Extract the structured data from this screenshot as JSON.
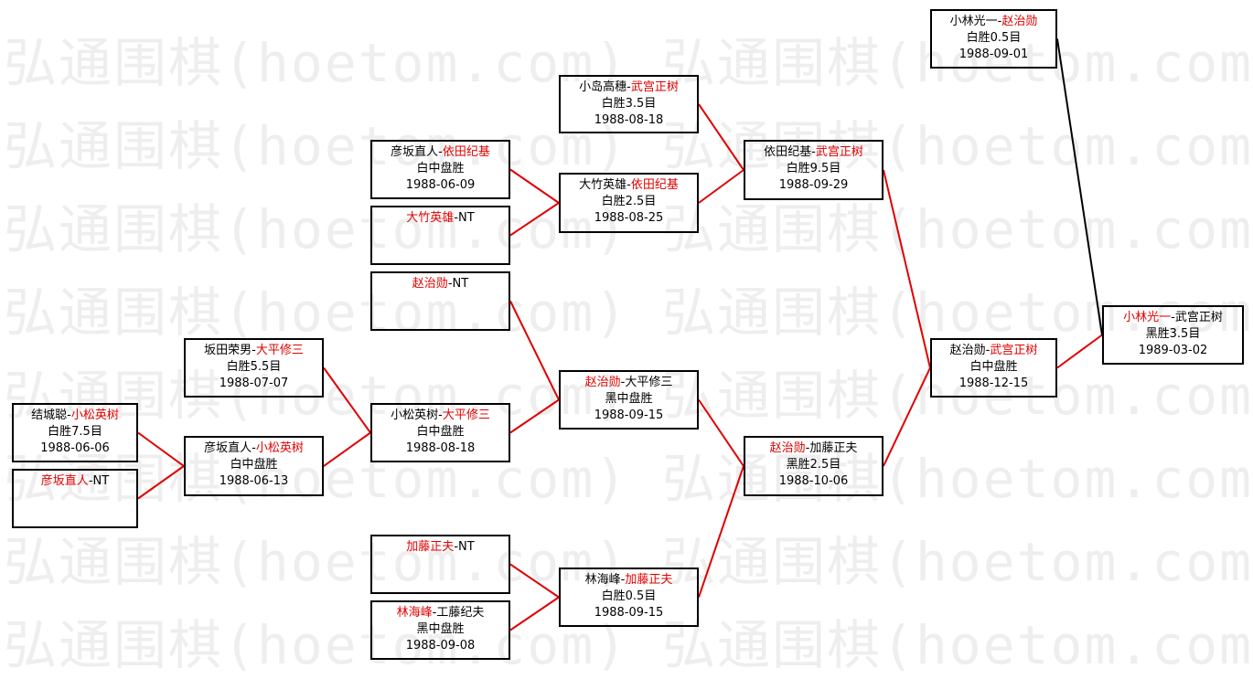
{
  "watermark": "弘通围棋(hoetom.com)",
  "colors": {
    "winner": "#e00000",
    "line": "#e00000",
    "final_loser_line": "#000000",
    "border": "#000000",
    "watermark": "#eeeeee"
  },
  "separator": "-",
  "matches": [
    {
      "p1": "小林光一",
      "p2": "赵治勋",
      "winner": 2,
      "result": "白胜0.5目",
      "date": "1988-09-01"
    },
    {
      "p1": "小岛高穗",
      "p2": "武宫正树",
      "winner": 2,
      "result": "白胜3.5目",
      "date": "1988-08-18"
    },
    {
      "p1": "彦坂直人",
      "p2": "依田纪基",
      "winner": 2,
      "result": "白中盘胜",
      "date": "1988-06-09"
    },
    {
      "p1": "大竹英雄",
      "p2": "依田纪基",
      "winner": 2,
      "result": "白胜2.5目",
      "date": "1988-08-25"
    },
    {
      "p1": "依田纪基",
      "p2": "武宫正树",
      "winner": 2,
      "result": "白胜9.5目",
      "date": "1988-09-29"
    },
    {
      "p1": "大竹英雄",
      "p2": "NT",
      "winner": 1,
      "result": "",
      "date": ""
    },
    {
      "p1": "赵治勋",
      "p2": "NT",
      "winner": 1,
      "result": "",
      "date": ""
    },
    {
      "p1": "坂田荣男",
      "p2": "大平修三",
      "winner": 2,
      "result": "白胜5.5目",
      "date": "1988-07-07"
    },
    {
      "p1": "赵治勋",
      "p2": "武宫正树",
      "winner": 2,
      "result": "白中盘胜",
      "date": "1988-12-15"
    },
    {
      "p1": "小林光一",
      "p2": "武宫正树",
      "winner": 1,
      "result": "黑胜3.5目",
      "date": "1989-03-02"
    },
    {
      "p1": "赵治勋",
      "p2": "大平修三",
      "winner": 1,
      "result": "黑中盘胜",
      "date": "1988-09-15"
    },
    {
      "p1": "小松英树",
      "p2": "大平修三",
      "winner": 2,
      "result": "白中盘胜",
      "date": "1988-08-18"
    },
    {
      "p1": "结城聪",
      "p2": "小松英树",
      "winner": 2,
      "result": "白胜7.5目",
      "date": "1988-06-06"
    },
    {
      "p1": "彦坂直人",
      "p2": "小松英树",
      "winner": 2,
      "result": "白中盘胜",
      "date": "1988-06-13"
    },
    {
      "p1": "赵治勋",
      "p2": "加藤正夫",
      "winner": 1,
      "result": "黑胜2.5目",
      "date": "1988-10-06"
    },
    {
      "p1": "彦坂直人",
      "p2": "NT",
      "winner": 1,
      "result": "",
      "date": ""
    },
    {
      "p1": "加藤正夫",
      "p2": "NT",
      "winner": 1,
      "result": "",
      "date": ""
    },
    {
      "p1": "林海峰",
      "p2": "加藤正夫",
      "winner": 2,
      "result": "白胜0.5目",
      "date": "1988-09-15"
    },
    {
      "p1": "林海峰",
      "p2": "工藤纪夫",
      "winner": 1,
      "result": "黑中盘胜",
      "date": "1988-09-08"
    }
  ]
}
